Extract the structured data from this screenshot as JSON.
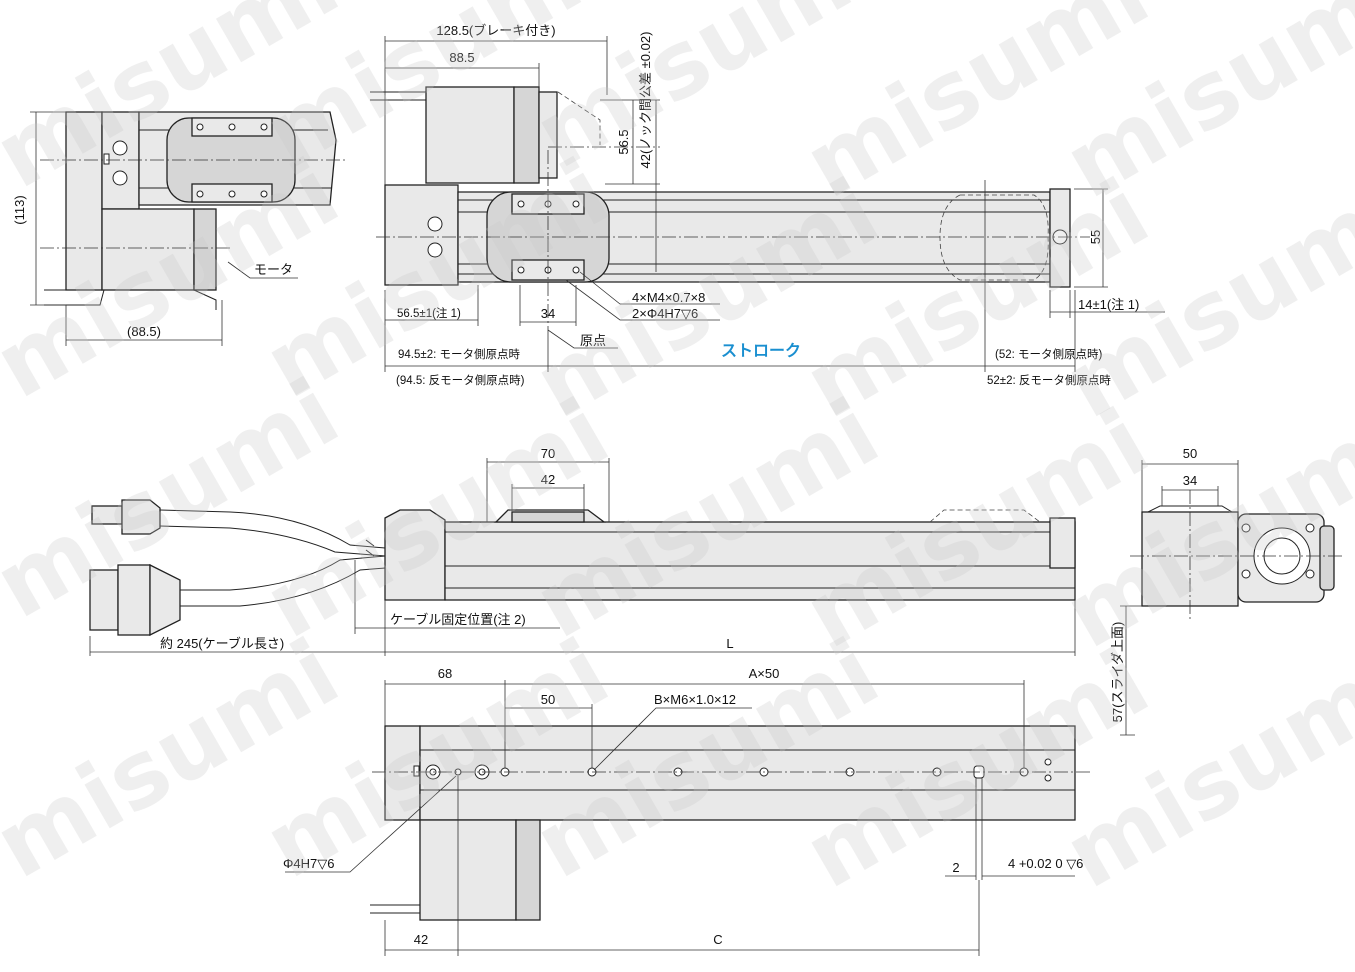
{
  "watermark": "misumi",
  "top_view_left": {
    "dim_113": "(113)",
    "dim_88_5": "(88.5)",
    "motor_label": "モータ"
  },
  "top_view_main": {
    "dim_128_5": "128.5(ブレーキ付き)",
    "dim_88_5": "88.5",
    "dim_tolerance": "42(ノック間公差 ±0.02)",
    "dim_56_5": "56.5",
    "dim_55": "55",
    "dim_14": "14±1(注 1)",
    "dim_56_5_note": "56.5±1(注 1)",
    "dim_34": "34",
    "tapped": "4×M4×0.7×8",
    "pin": "2×Φ4H7▽6",
    "origin": "原点",
    "stroke": "ストローク",
    "home_motor": "94.5±2: モータ側原点時",
    "home_anti": "(94.5: 反モータ側原点時)",
    "right_motor": "(52: モータ側原点時)",
    "right_anti": "52±2: 反モータ側原点時"
  },
  "side_view": {
    "dim_70": "70",
    "dim_42": "42",
    "cable_fix": "ケーブル固定位置(注 2)",
    "cable_len": "約 245(ケーブル長さ)",
    "dim_L": "L"
  },
  "end_view": {
    "dim_50": "50",
    "dim_34": "34",
    "dim_57": "57(スライダ上面)"
  },
  "bottom_view": {
    "dim_68": "68",
    "dim_A": "A×50",
    "dim_50": "50",
    "thread": "B×M6×1.0×12",
    "pin": "Φ4H7▽6",
    "dim_2": "2",
    "slot": "4 +0.02 0 ▽6",
    "dim_42": "42",
    "dim_C": "C"
  }
}
